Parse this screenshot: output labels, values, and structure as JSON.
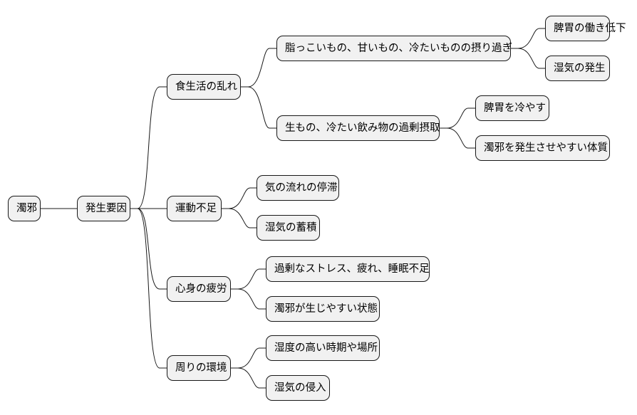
{
  "mindmap": {
    "root": {
      "label": "濁邪"
    },
    "cause": {
      "label": "発生要因"
    },
    "branches": [
      {
        "label": "食生活の乱れ",
        "children": [
          {
            "label": "脂っこいもの、甘いもの、冷たいものの摂り過ぎ",
            "children": [
              {
                "label": "脾胃の働き低下"
              },
              {
                "label": "湿気の発生"
              }
            ]
          },
          {
            "label": "生もの、冷たい飲み物の過剰摂取",
            "children": [
              {
                "label": "脾胃を冷やす"
              },
              {
                "label": "濁邪を発生させやすい体質"
              }
            ]
          }
        ]
      },
      {
        "label": "運動不足",
        "children": [
          {
            "label": "気の流れの停滞"
          },
          {
            "label": "湿気の蓄積"
          }
        ]
      },
      {
        "label": "心身の疲労",
        "children": [
          {
            "label": "過剰なストレス、疲れ、睡眠不足"
          },
          {
            "label": "濁邪が生じやすい状態"
          }
        ]
      },
      {
        "label": "周りの環境",
        "children": [
          {
            "label": "湿度の高い時期や場所"
          },
          {
            "label": "湿気の侵入"
          }
        ]
      }
    ]
  },
  "colors": {
    "node_fill": "#f1f1f1",
    "node_border": "#181818",
    "connector": "#181818",
    "background": "#ffffff"
  }
}
